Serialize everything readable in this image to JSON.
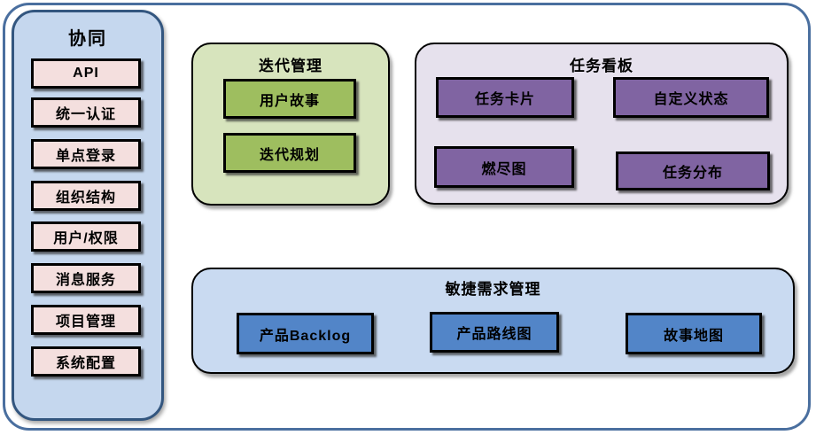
{
  "diagram": {
    "sidebar": {
      "title": "协同",
      "items": [
        "API",
        "统一认证",
        "单点登录",
        "组织结构",
        "用户/权限",
        "消息服务",
        "项目管理",
        "系统配置"
      ]
    },
    "iteration": {
      "title": "迭代管理",
      "items": [
        "用户故事",
        "迭代规划"
      ]
    },
    "kanban": {
      "title": "任务看板",
      "items": [
        "任务卡片",
        "自定义状态",
        "燃尽图",
        "任务分布"
      ]
    },
    "requirements": {
      "title": "敏捷需求管理",
      "items": [
        "产品Backlog",
        "产品路线图",
        "故事地图"
      ]
    }
  },
  "colors": {
    "frame_border": "#4A6F9F",
    "sidebar_fill": "#C5D7EE",
    "sidebar_border": "#33567F",
    "sidebar_item_fill": "#F4DFDE",
    "iteration_panel_fill": "#D7E4BD",
    "iteration_item_fill": "#9EBE5F",
    "kanban_panel_fill": "#E6E1ED",
    "kanban_item_fill": "#8064A2",
    "requirements_panel_fill": "#C9DAF1",
    "requirements_item_fill": "#5285C8",
    "item_border": "#000000",
    "text": "#000000"
  }
}
